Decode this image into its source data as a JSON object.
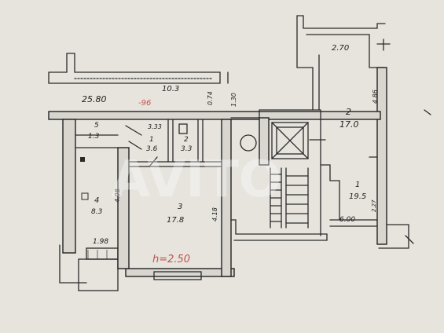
{
  "dims": {
    "d_2_70": "2.70",
    "d_10_3": "10.3",
    "d_0_74": "0.74",
    "d_1_30": "1.30",
    "d_25_80": "25.80",
    "d_96": "-96",
    "d_4_86": "4.86",
    "d_3_33": "3.33",
    "d_4_08": "4.08",
    "d_4_18": "4.18",
    "d_1_98": "1.98",
    "d_6_00": "6.00",
    "d_2_22": "2.27",
    "h_2_50": "h=2.50"
  },
  "rooms": [
    {
      "num": "5",
      "area": "1.3"
    },
    {
      "num": "1",
      "area": "3.6"
    },
    {
      "num": "2",
      "area": "3.3"
    },
    {
      "num": "4",
      "area": "8.3"
    },
    {
      "num": "3",
      "area": "17.8"
    },
    {
      "num": "2",
      "area": "17.0"
    },
    {
      "num": "1",
      "area": "19.5"
    }
  ],
  "watermark": "AVITO"
}
